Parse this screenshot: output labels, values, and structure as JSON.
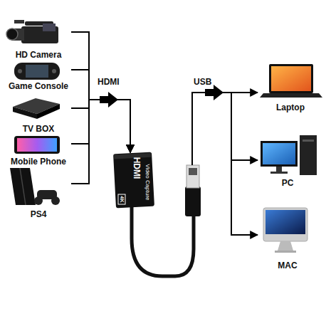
{
  "diagram": {
    "nodes": [
      {
        "text": [
          "HD Camera"
        ]
      },
      {
        "text": [
          "Game Console"
        ]
      },
      {
        "text": [
          "TV BOX"
        ]
      },
      {
        "text": [
          "Mobile Phone"
        ]
      },
      {
        "text": [
          "PS4"
        ]
      },
      {
        "text": [
          "HDMI",
          "Video Capture",
          "4K"
        ]
      },
      {
        "text": [
          "Laptop"
        ]
      },
      {
        "text": [
          "PC"
        ]
      },
      {
        "text": [
          "MAC"
        ]
      }
    ],
    "edges": [
      {
        "from": 0,
        "to": 5,
        "arrow": "to"
      },
      {
        "from": 1,
        "to": 5,
        "arrow": "to"
      },
      {
        "from": 2,
        "to": 5,
        "arrow": "to"
      },
      {
        "from": 3,
        "to": 5,
        "arrow": "to"
      },
      {
        "from": 4,
        "to": 5,
        "arrow": "to"
      },
      {
        "from": 5,
        "to": 6,
        "arrow": "to"
      },
      {
        "from": 5,
        "to": 7,
        "arrow": "to"
      },
      {
        "from": 5,
        "to": 8,
        "arrow": "to"
      }
    ],
    "labels": [
      "HDMI",
      "USB"
    ]
  }
}
